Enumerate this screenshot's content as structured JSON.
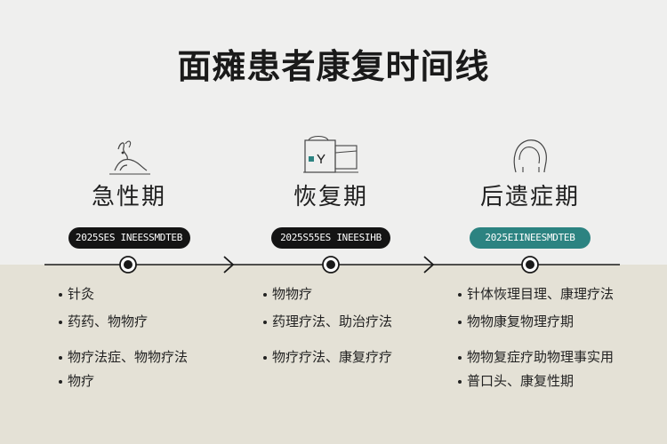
{
  "title": "面瘫患者康复时间线",
  "stages": [
    {
      "name": "急性期",
      "badge": "2025SES INEESSMDTEB",
      "icon": "rabbit-sketch-icon",
      "items": [
        "针灸",
        "药药、物物疗",
        "物疗法症、物物疗法",
        "物疗"
      ]
    },
    {
      "name": "恢复期",
      "badge": "2025S55ES INEESIHB",
      "icon": "monitor-sketch-icon",
      "items": [
        "物物疗",
        "药理疗法、助治疗法",
        "物疗疗法、康复疗疗"
      ]
    },
    {
      "name": "后遗症期",
      "badge": "2025EIINEESMDTEB",
      "icon": "head-sketch-icon",
      "items": [
        "针体恢理目理、康理疗法",
        "物物康复物理疗期",
        "物物复症疗助物理事实用",
        "普口头、康复性期"
      ]
    }
  ],
  "colors": {
    "accent": "#2c8381",
    "pill": "#141414",
    "band": "#e4e1d6",
    "background": "#efefee"
  }
}
